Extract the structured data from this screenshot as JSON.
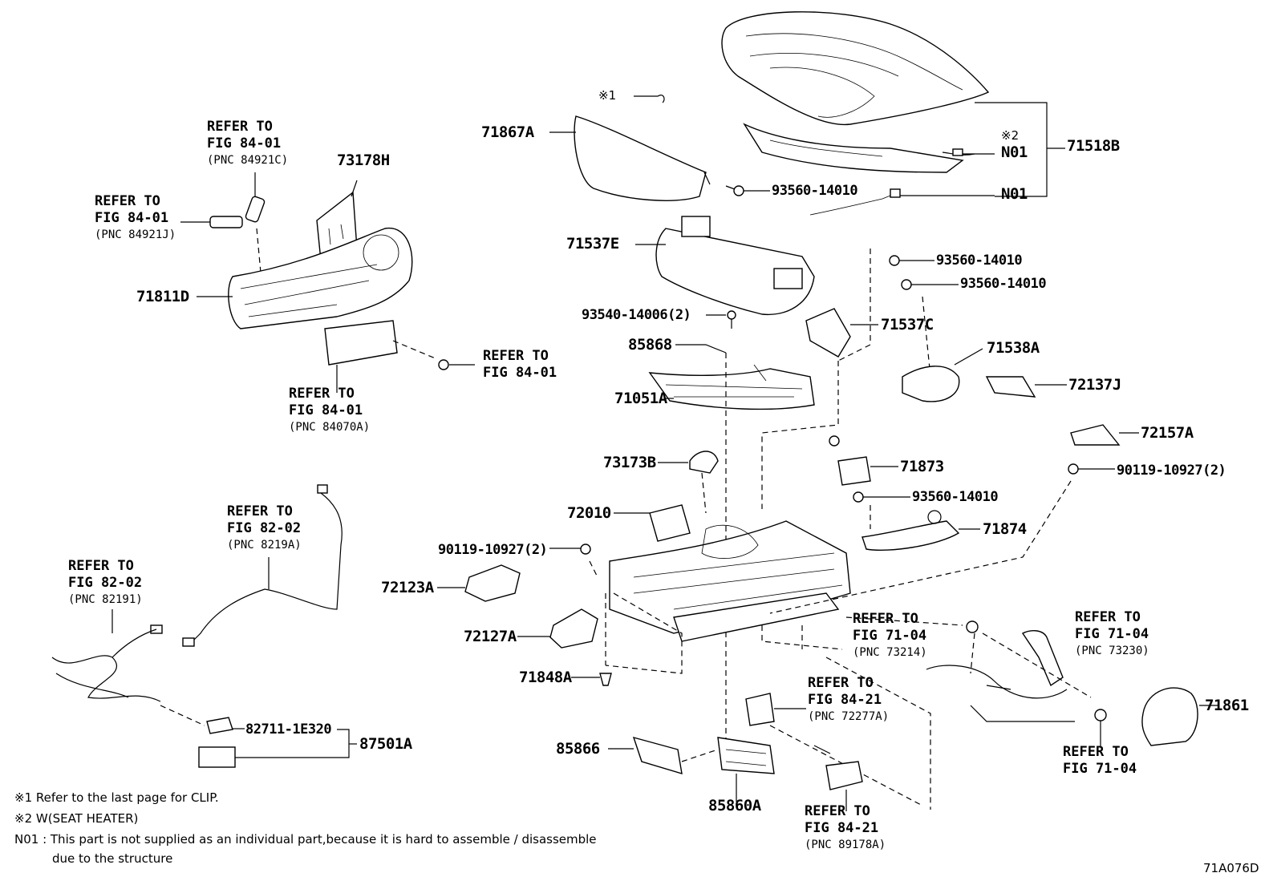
{
  "parts": {
    "p71518B": "71518B",
    "n01_a": "N01",
    "n01_b": "N01",
    "mark2": "※2",
    "mark1": "※1",
    "p71867A": "71867A",
    "b93560_a": "93560-14010",
    "p71537E": "71537E",
    "b93560_b": "93560-14010",
    "b93560_c": "93560-14010",
    "b93540": "93540-14006(2)",
    "p71537C": "71537C",
    "p85868": "85868",
    "p71538A": "71538A",
    "p71051A": "71051A",
    "p72137J": "72137J",
    "p72157A": "72157A",
    "p73173B": "73173B",
    "p71873": "71873",
    "b90119_a": "90119-10927(2)",
    "b93560_d": "93560-14010",
    "p72010": "72010",
    "p71874": "71874",
    "b90119_b": "90119-10927(2)",
    "p72123A": "72123A",
    "p72127A": "72127A",
    "p71848A": "71848A",
    "p71861": "71861",
    "p85866": "85866",
    "p85860A": "85860A",
    "p82711": "82711-1E320",
    "p87501A": "87501A",
    "p73178H": "73178H",
    "p71811D": "71811D"
  },
  "refs": {
    "r1": {
      "l1": "REFER TO",
      "l2": "FIG 84-01",
      "pnc": "(PNC 84921C)"
    },
    "r2": {
      "l1": "REFER TO",
      "l2": "FIG 84-01",
      "pnc": "(PNC 84921J)"
    },
    "r3": {
      "l1": "REFER TO",
      "l2": "FIG 84-01"
    },
    "r4": {
      "l1": "REFER TO",
      "l2": "FIG 84-01",
      "pnc": "(PNC 84070A)"
    },
    "r5": {
      "l1": "REFER TO",
      "l2": "FIG 82-02",
      "pnc": "(PNC 8219A)"
    },
    "r6": {
      "l1": "REFER TO",
      "l2": "FIG 82-02",
      "pnc": "(PNC 82191)"
    },
    "r7": {
      "l1": "REFER TO",
      "l2": "FIG 71-04",
      "pnc": "(PNC 73214)"
    },
    "r8": {
      "l1": "REFER TO",
      "l2": "FIG 71-04",
      "pnc": "(PNC 73230)"
    },
    "r9": {
      "l1": "REFER TO",
      "l2": "FIG 84-21",
      "pnc": "(PNC 72277A)"
    },
    "r10": {
      "l1": "REFER TO",
      "l2": "FIG 71-04"
    },
    "r11": {
      "l1": "REFER TO",
      "l2": "FIG 84-21",
      "pnc": "(PNC 89178A)"
    }
  },
  "notes": {
    "n1": "※1  Refer to the last page for CLIP.",
    "n2": "※2  W(SEAT HEATER)",
    "n3": "N01 : This part is not supplied as an individual part,because it is hard to assemble / disassemble",
    "n4": "due to the structure"
  },
  "figure_id": "71A076D"
}
